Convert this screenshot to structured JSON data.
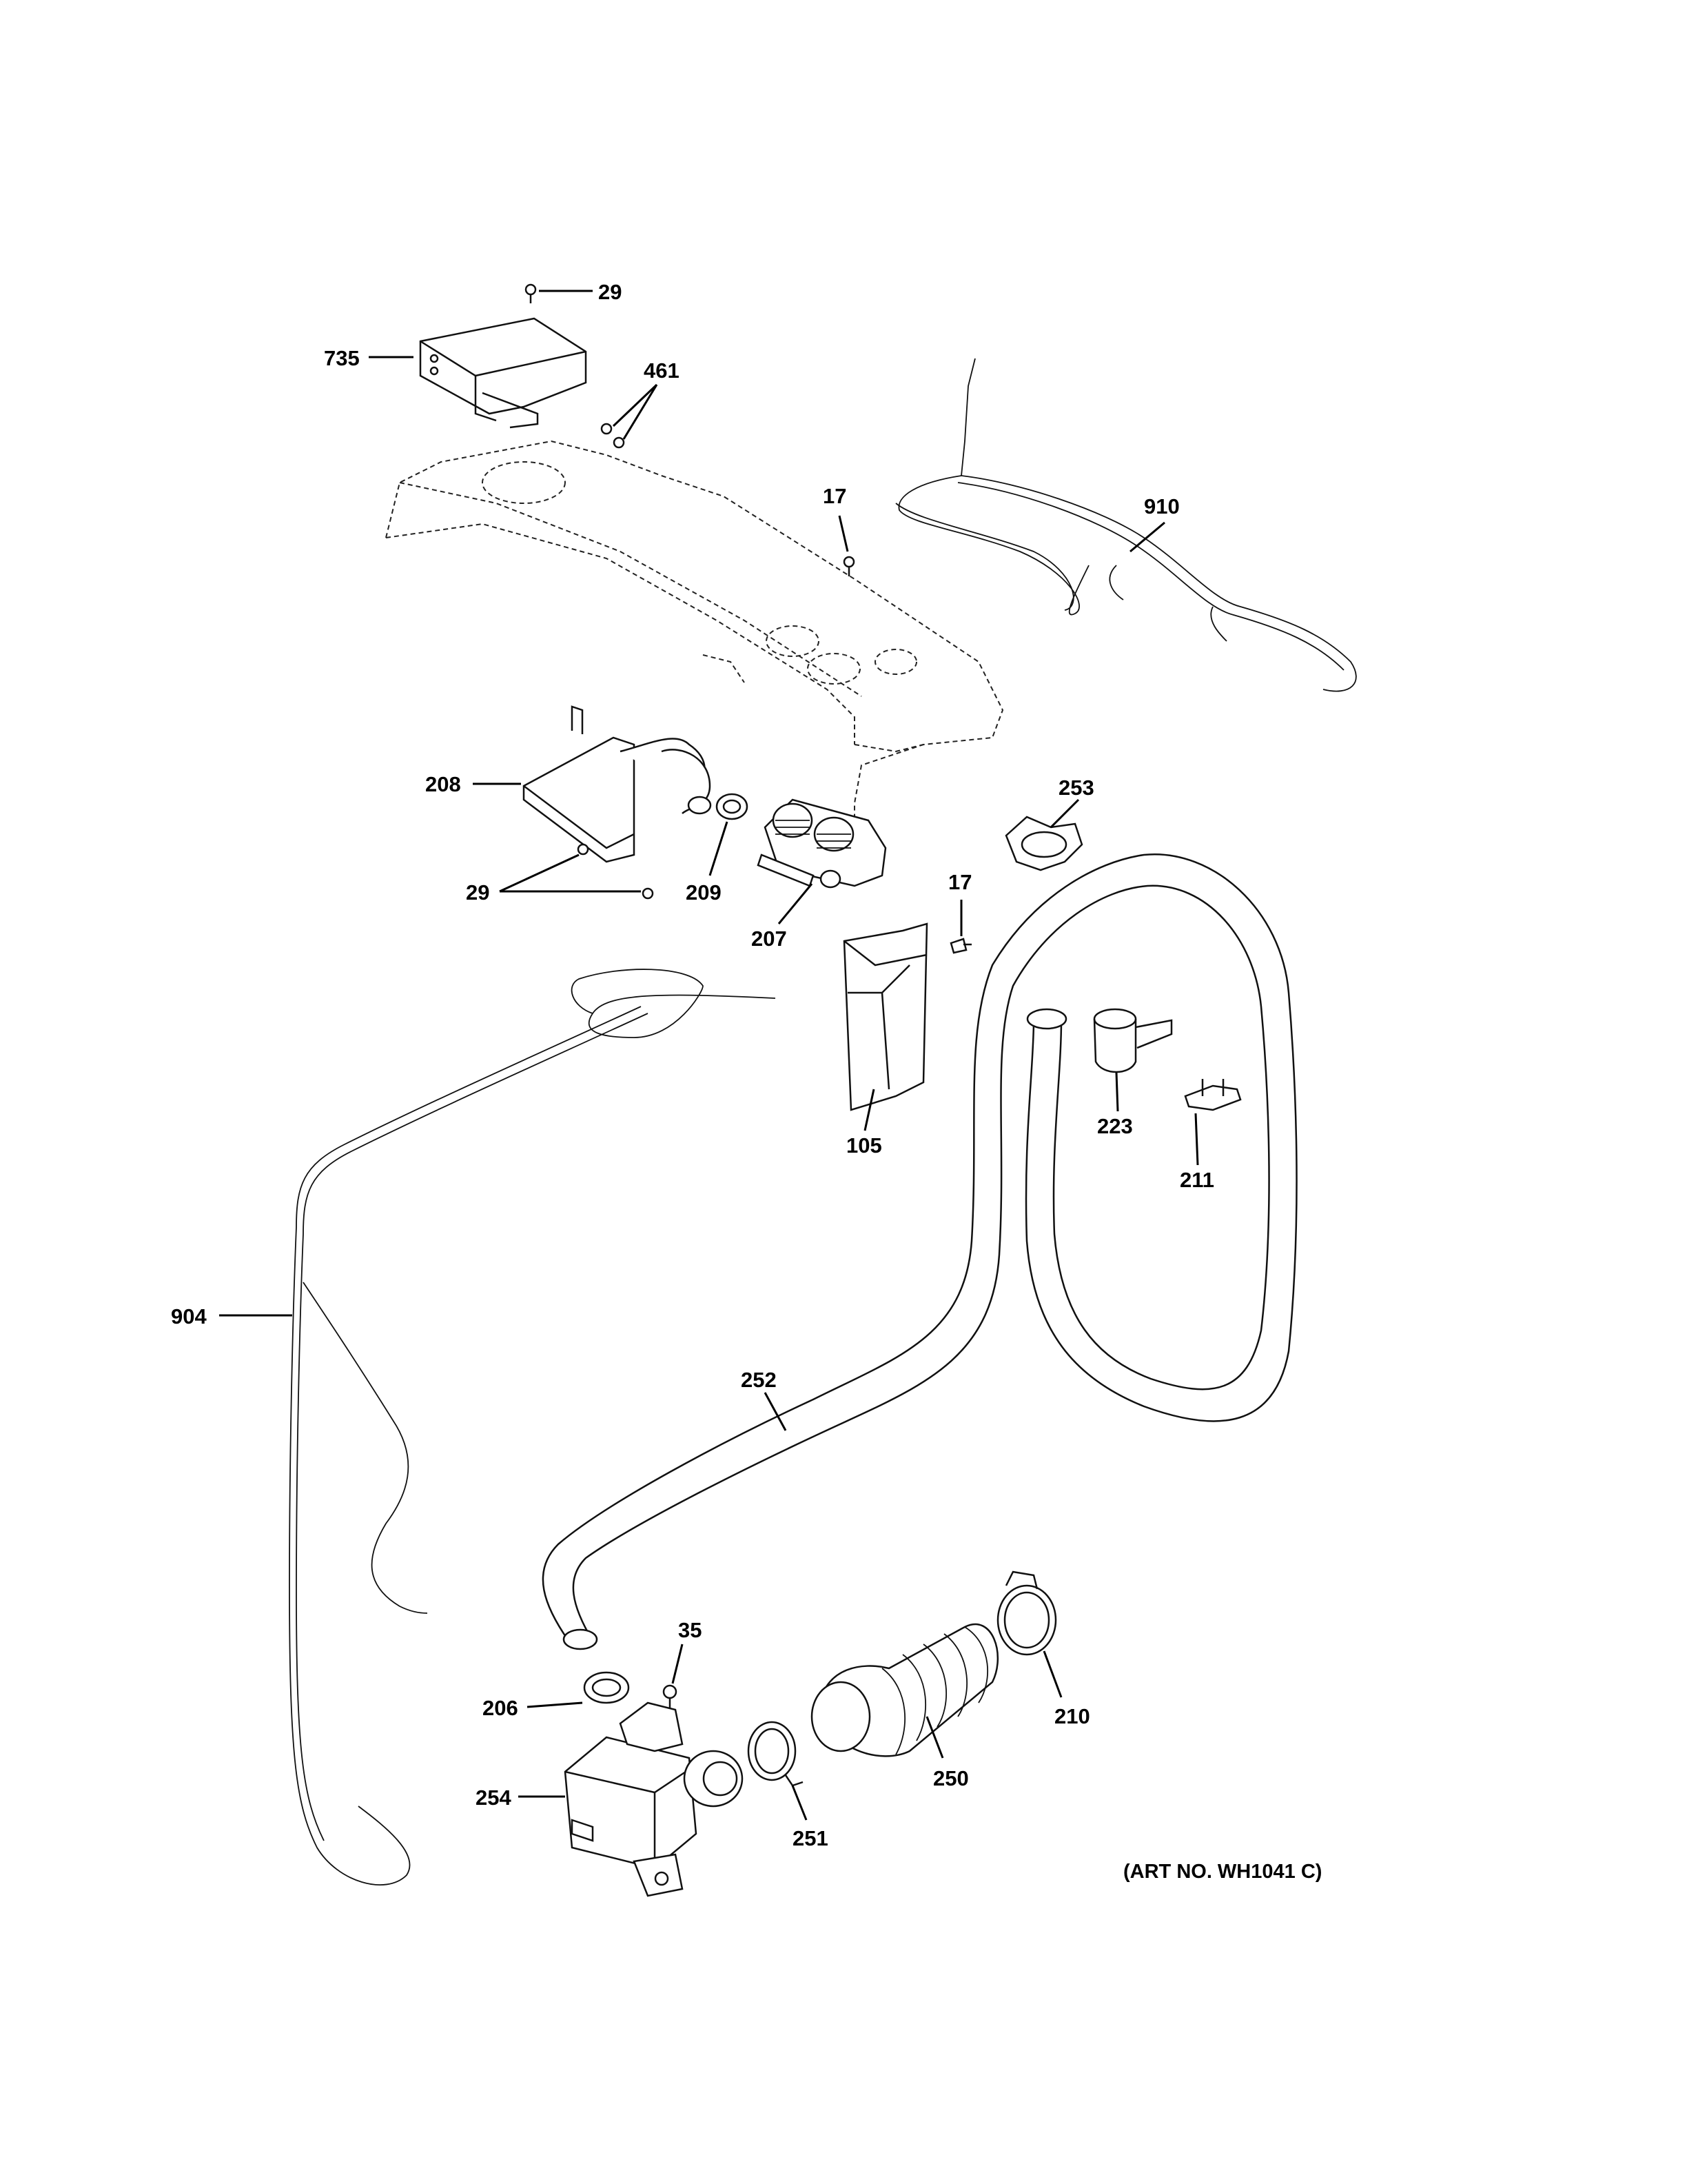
{
  "callouts": {
    "c29a": "29",
    "c735": "735",
    "c461": "461",
    "c17a": "17",
    "c910": "910",
    "c208": "208",
    "c253": "253",
    "c29b": "29",
    "c209": "209",
    "c17b": "17",
    "c207": "207",
    "c223": "223",
    "c105": "105",
    "c211": "211",
    "c904": "904",
    "c252": "252",
    "c35": "35",
    "c206": "206",
    "c210": "210",
    "c250": "250",
    "c254": "254",
    "c251": "251"
  },
  "art_number": "(ART NO. WH1041 C)"
}
